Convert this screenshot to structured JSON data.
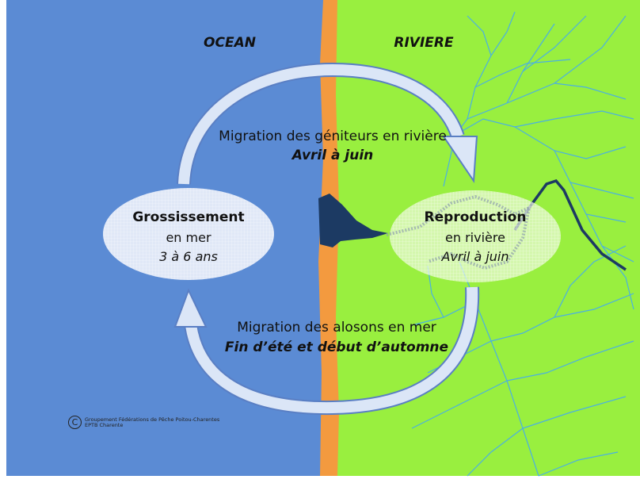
{
  "zones": {
    "ocean": "OCEAN",
    "river": "RIVIERE"
  },
  "ovals": {
    "left": {
      "title": "Grossissement",
      "line": "en mer",
      "period": "3 à 6 ans"
    },
    "right": {
      "title": "Reproduction",
      "line": "en rivière",
      "period": "Avril à juin"
    }
  },
  "migrations": {
    "upstream": {
      "label": "Migration des géniteurs en rivière",
      "period": "Avril à juin"
    },
    "downstream": {
      "label": "Migration des alosons en mer",
      "period": "Fin d’été et début d’automne"
    }
  },
  "copyright": {
    "symbol": "C",
    "line1": "Groupement Fédérations de Pêche Poitou-Charentes",
    "line2": "EPTB Charente"
  },
  "colors": {
    "ocean": "#5b8bd4",
    "coast": "#f39a3f",
    "river_land": "#99ef3f",
    "river_lines": "#4ab0e2",
    "arrow_fill": "#dbe6f7",
    "arrow_stroke": "#5a7fc4",
    "estuary": "#1c3a63"
  }
}
